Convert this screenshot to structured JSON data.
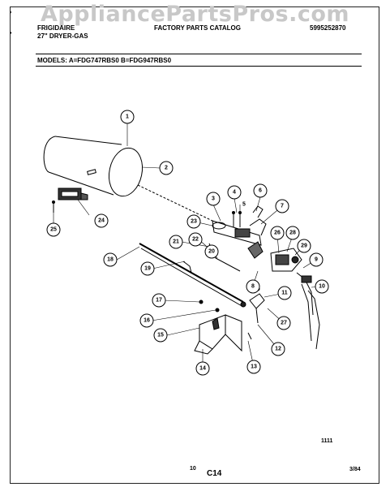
{
  "watermark": "AppliancePartsPros.com",
  "header": {
    "brand": "FRIGIDAIRE",
    "product": "27\" DRYER-GAS",
    "catalog": "FACTORY PARTS CATALOG",
    "part_number": "5995252870"
  },
  "models_line": "MODELS:  A=FDG747RBS0   B=FDG947RBS0",
  "callouts": [
    "1",
    "2",
    "3",
    "4",
    "5",
    "6",
    "7",
    "8",
    "9",
    "10",
    "11",
    "12",
    "13",
    "14",
    "15",
    "16",
    "17",
    "18",
    "19",
    "20",
    "21",
    "22",
    "23",
    "24",
    "25",
    "26",
    "27",
    "28",
    "29"
  ],
  "footer": {
    "code_1111": "1111",
    "page": "10",
    "section": "C14",
    "date": "3/84"
  }
}
